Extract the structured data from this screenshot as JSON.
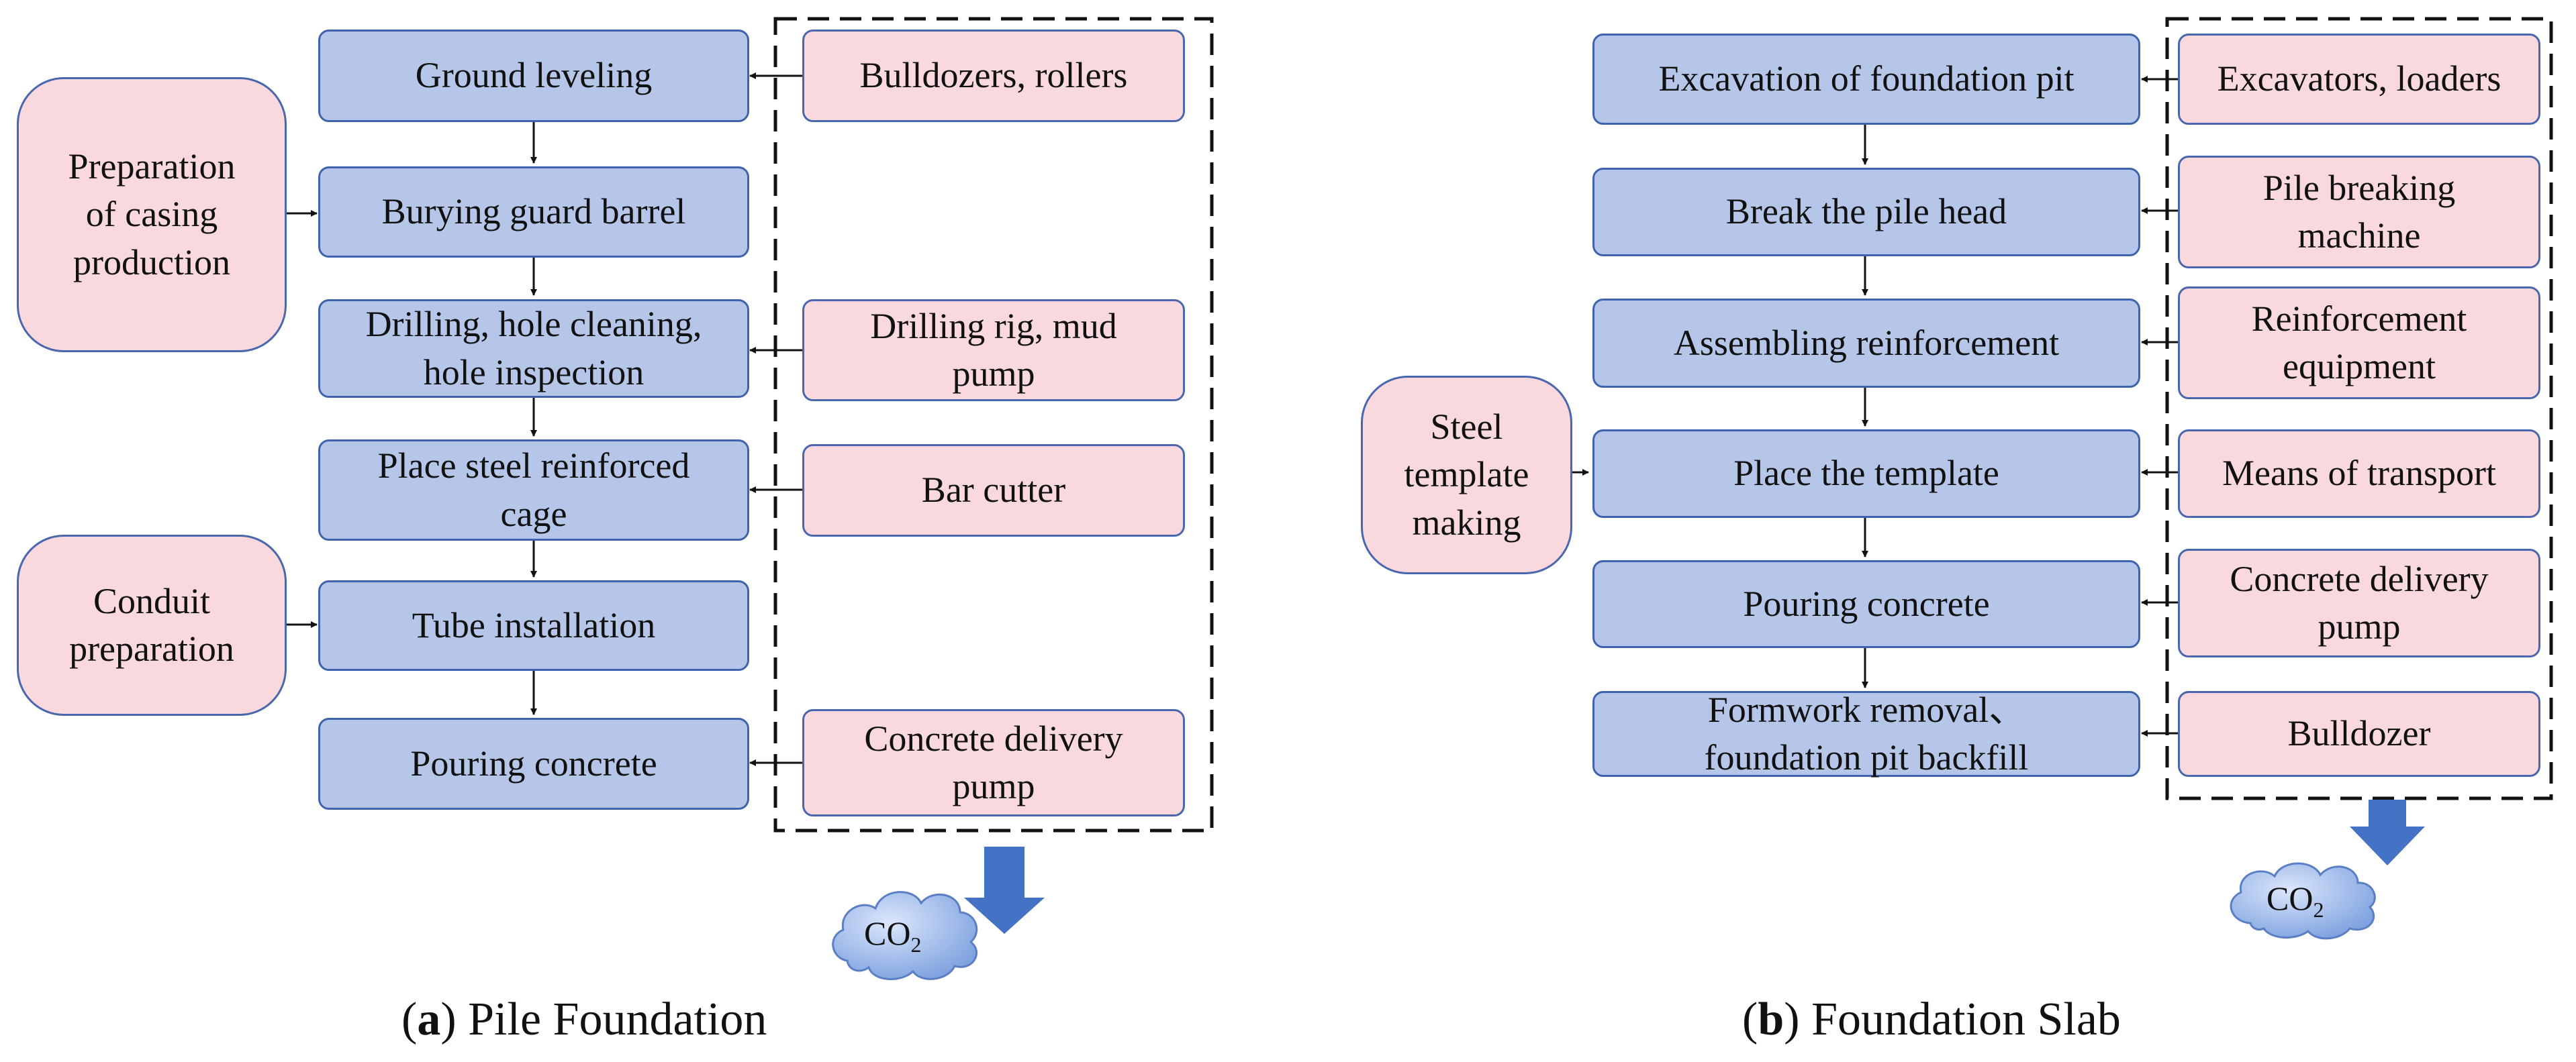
{
  "panel_a": {
    "steps": [
      "Ground leveling",
      "Burying guard barrel",
      "Drilling, hole cleaning,\nhole inspection",
      "Place steel reinforced\ncage",
      "Tube installation",
      "Pouring concrete"
    ],
    "resources": [
      "Bulldozers, rollers",
      "Drilling rig, mud\npump",
      "Bar cutter",
      "Concrete delivery\npump"
    ],
    "side_inputs": [
      "Preparation\nof casing\nproduction",
      "Conduit\npreparation"
    ],
    "emission": {
      "main": "CO",
      "sub": "2"
    },
    "caption": {
      "letter": "a",
      "text": " Pile Foundation"
    }
  },
  "panel_b": {
    "steps": [
      "Excavation of foundation pit",
      "Break the pile head",
      "Assembling reinforcement",
      "Place the template",
      "Pouring concrete",
      "Formwork removal、\nfoundation pit backfill"
    ],
    "resources": [
      "Excavators, loaders",
      "Pile breaking\nmachine",
      "Reinforcement\nequipment",
      "Means of transport",
      "Concrete delivery\npump",
      "Bulldozer"
    ],
    "side_input": "Steel\ntemplate\nmaking",
    "emission": {
      "main": "CO",
      "sub": "2"
    },
    "caption": {
      "letter": "b",
      "text": " Foundation Slab"
    }
  },
  "colors": {
    "step_fill": "#b5c6e9",
    "step_border": "#3f64ad",
    "resource_fill": "#f9d9de",
    "emission_arrow": "#4472c4",
    "cloud_fill": "#7fa2e0"
  }
}
